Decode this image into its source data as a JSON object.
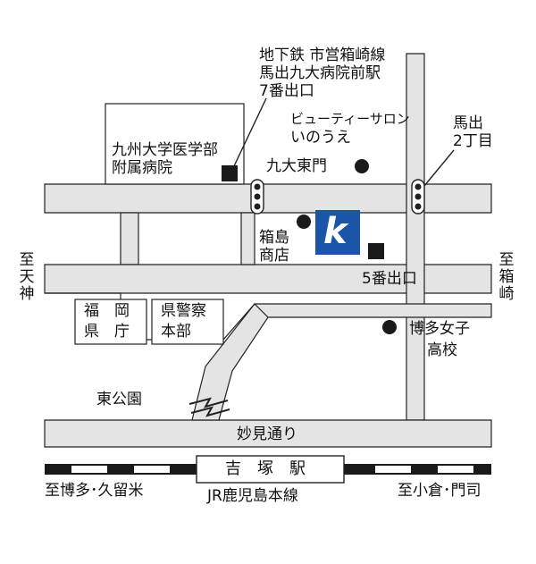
{
  "colors": {
    "road": "#e4e4e4",
    "line": "#222222",
    "logo_blue": "#1a55a8",
    "exit": "#1a1a1a"
  },
  "subway_exit": {
    "line1": "地下鉄 市営箱崎線",
    "line2": "馬出九大病院前駅",
    "line3": "7番出口"
  },
  "hospital": {
    "line1": "九州大学医学部",
    "line2": "附属病院"
  },
  "salon": {
    "line1": "ビューティーサロン",
    "line2": "いのうえ"
  },
  "gate": "九大東門",
  "umade": {
    "line1": "馬出",
    "line2": "2丁目"
  },
  "hakoshima": {
    "line1": "箱島",
    "line2": "商店"
  },
  "exit5": "5番出口",
  "to_tenjin": [
    "至",
    "天",
    "神"
  ],
  "to_hakozaki": [
    "至",
    "箱",
    "崎"
  ],
  "prefecture": {
    "line1": "福　岡",
    "line2": "県　庁"
  },
  "police": {
    "line1": "県警察",
    "line2": "本部"
  },
  "school": {
    "line1": "博多女子",
    "line2": "高校"
  },
  "park": "東公園",
  "road_myoken": "妙見通り",
  "station": "吉　塚　駅",
  "to_hakata": "至博多･久留米",
  "jr_line": "JR鹿児島本線",
  "to_kokura": "至小倉･門司",
  "logo": {
    "letter": "k",
    "icon": "ik-logo-icon"
  }
}
